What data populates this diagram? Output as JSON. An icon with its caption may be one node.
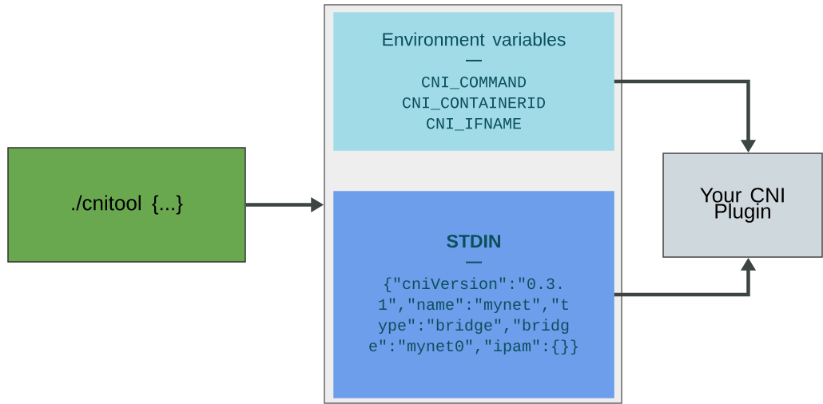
{
  "diagram": {
    "nodes": [
      {
        "text": [
          "./cnitool {...}"
        ]
      },
      {
        "text": [],
        "shape": "box"
      },
      {
        "text": [
          "Environment variables",
          "—",
          "CNI_COMMAND",
          "CNI_CONTAINERID",
          "CNI_IFNAME"
        ],
        "in": 1
      },
      {
        "text": [
          "STDIN",
          "—",
          "{\"cniVersion\":\"0.3.1\",\"name\":\"mynet\",\"type\":\"bridge\",\"bridge\":\"mynet0\",\"ipam\":{}}"
        ],
        "in": 1
      },
      {
        "text": [
          "Your CNI Plugin"
        ]
      }
    ],
    "edges": [
      {
        "from": 0,
        "to": 1,
        "arrow": "to"
      },
      {
        "from": 2,
        "to": 4,
        "arrow": "to"
      },
      {
        "from": 3,
        "to": 4,
        "arrow": "to"
      }
    ]
  }
}
